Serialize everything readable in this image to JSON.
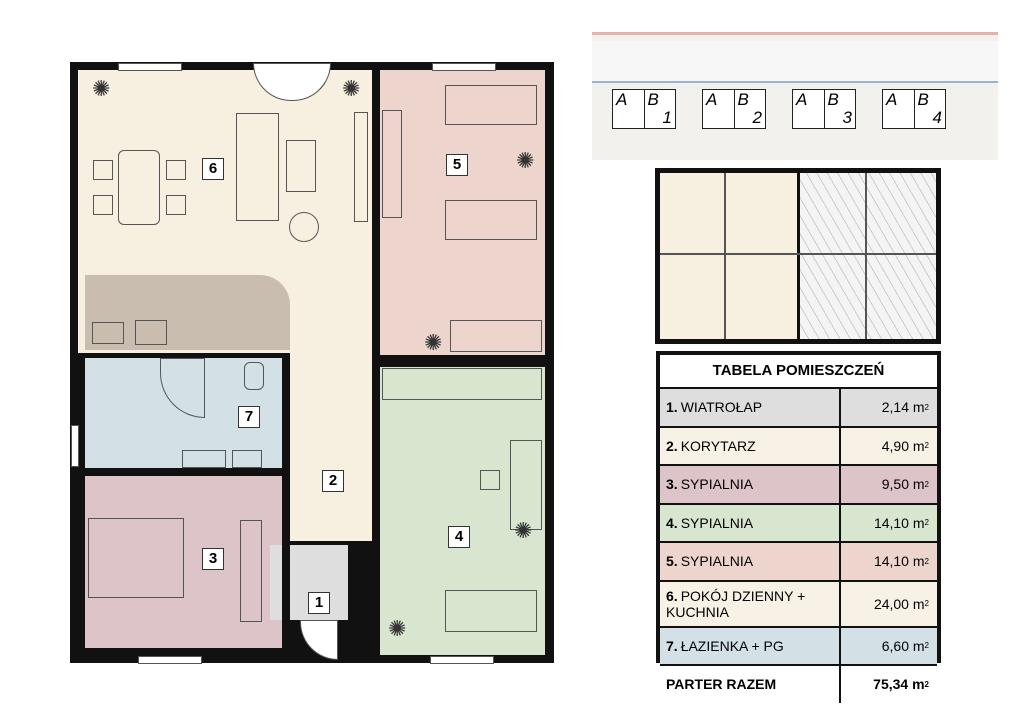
{
  "plan": {
    "rooms": [
      {
        "id": "1",
        "color": "#dedede"
      },
      {
        "id": "2",
        "color": "#f7efe0"
      },
      {
        "id": "3",
        "color": "#dcc4c9"
      },
      {
        "id": "4",
        "color": "#d9e6cf"
      },
      {
        "id": "5",
        "color": "#edd5cd"
      },
      {
        "id": "6",
        "color": "#f7efe0"
      },
      {
        "id": "7",
        "color": "#d3e0e6"
      }
    ]
  },
  "site_plan": {
    "units": [
      {
        "a": "A",
        "b": "B",
        "n": "1"
      },
      {
        "a": "A",
        "b": "B",
        "n": "2"
      },
      {
        "a": "A",
        "b": "B",
        "n": "3"
      },
      {
        "a": "A",
        "b": "B",
        "n": "4"
      }
    ]
  },
  "table": {
    "title": "TABELA POMIESZCZEŃ",
    "unit": "m",
    "unit_exp": "2",
    "rows": [
      {
        "num": "1.",
        "name": "WIATROŁAP",
        "area": "2,14",
        "color": "#dedede"
      },
      {
        "num": "2.",
        "name": "KORYTARZ",
        "area": "4,90",
        "color": "#f8f2e6"
      },
      {
        "num": "3.",
        "name": "SYPIALNIA",
        "area": "9,50",
        "color": "#dcc4c9"
      },
      {
        "num": "4.",
        "name": "SYPIALNIA",
        "area": "14,10",
        "color": "#d9e6cf"
      },
      {
        "num": "5.",
        "name": "SYPIALNIA",
        "area": "14,10",
        "color": "#edd5cd"
      },
      {
        "num": "6.",
        "name": "POKÓJ DZIENNY + KUCHNIA",
        "area": "24,00",
        "color": "#f8f2e6"
      },
      {
        "num": "7.",
        "name": "ŁAZIENKA + PG",
        "area": "6,60",
        "color": "#d3e0e6"
      }
    ],
    "total_label": "PARTER RAZEM",
    "total_area": "75,34"
  }
}
